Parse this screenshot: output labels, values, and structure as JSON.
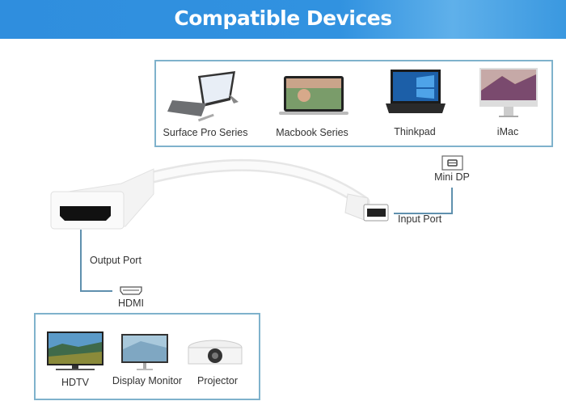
{
  "header": {
    "title": "Compatible Devices"
  },
  "input_devices": [
    {
      "label": "Surface Pro Series",
      "icon": "surface-icon"
    },
    {
      "label": "Macbook Series",
      "icon": "macbook-icon"
    },
    {
      "label": "Thinkpad",
      "icon": "thinkpad-icon"
    },
    {
      "label": "iMac",
      "icon": "imac-icon"
    }
  ],
  "input": {
    "port_label": "Input Port",
    "connector_label": "Mini DP"
  },
  "output": {
    "port_label": "Output Port",
    "connector_label": "HDMI"
  },
  "output_devices": [
    {
      "label": "HDTV",
      "icon": "tv-icon"
    },
    {
      "label": "Display Monitor",
      "icon": "monitor-icon"
    },
    {
      "label": "Projector",
      "icon": "projector-icon"
    }
  ],
  "colors": {
    "header": "#2f8ede",
    "box_border": "#7fb2cc",
    "line": "#5f90ae"
  }
}
